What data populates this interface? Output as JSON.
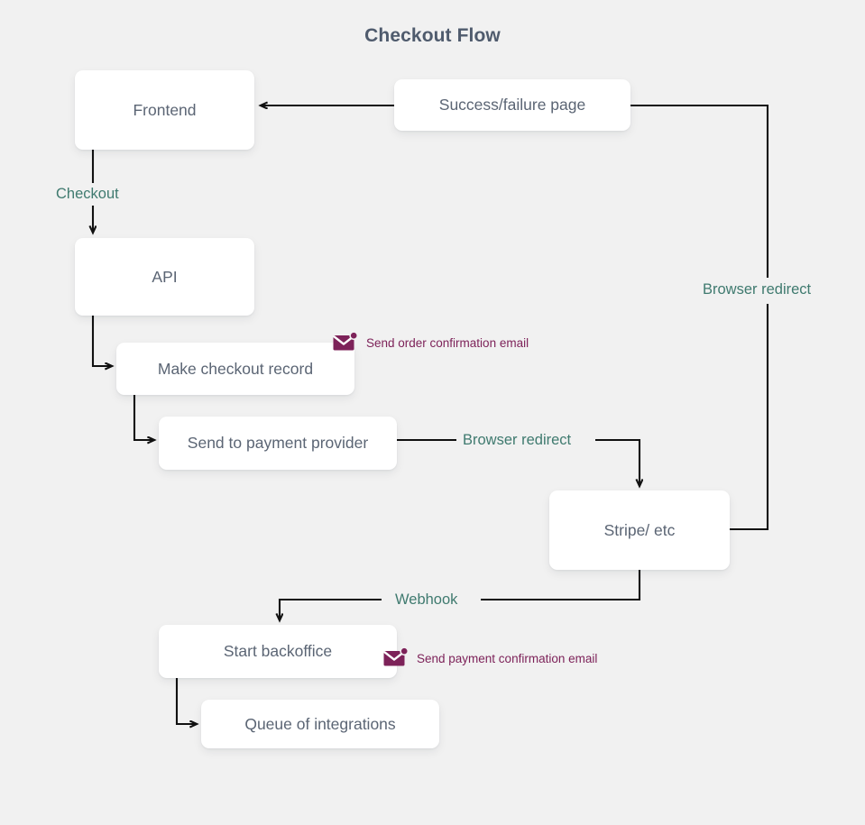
{
  "diagram": {
    "title": "Checkout Flow",
    "colors": {
      "background": "#f1f1f1",
      "title_text": "#4f5b6d",
      "node_fill": "#ffffff",
      "node_text": "#5b6574",
      "edge_line": "#111111",
      "edge_label_text": "#3f7a6f",
      "annotation": "#7d2259"
    },
    "nodes": [
      {
        "id": "frontend",
        "label": "Frontend"
      },
      {
        "id": "success",
        "label": "Success/failure page"
      },
      {
        "id": "api",
        "label": "API"
      },
      {
        "id": "record",
        "label": "Make checkout record"
      },
      {
        "id": "payment",
        "label": "Send to payment provider"
      },
      {
        "id": "stripe",
        "label": "Stripe/ etc"
      },
      {
        "id": "backoffice",
        "label": "Start backoffice"
      },
      {
        "id": "queue",
        "label": "Queue of integrations"
      }
    ],
    "edge_labels": [
      {
        "id": "checkout",
        "label": "Checkout"
      },
      {
        "id": "browser-redirect-1",
        "label": "Browser redirect"
      },
      {
        "id": "browser-redirect-2",
        "label": "Browser redirect"
      },
      {
        "id": "webhook",
        "label": "Webhook"
      }
    ],
    "annotations": [
      {
        "id": "order-email",
        "icon": "mail-icon",
        "label": "Send order confirmation email"
      },
      {
        "id": "payment-email",
        "icon": "mail-icon",
        "label": "Send payment confirmation email"
      }
    ]
  }
}
